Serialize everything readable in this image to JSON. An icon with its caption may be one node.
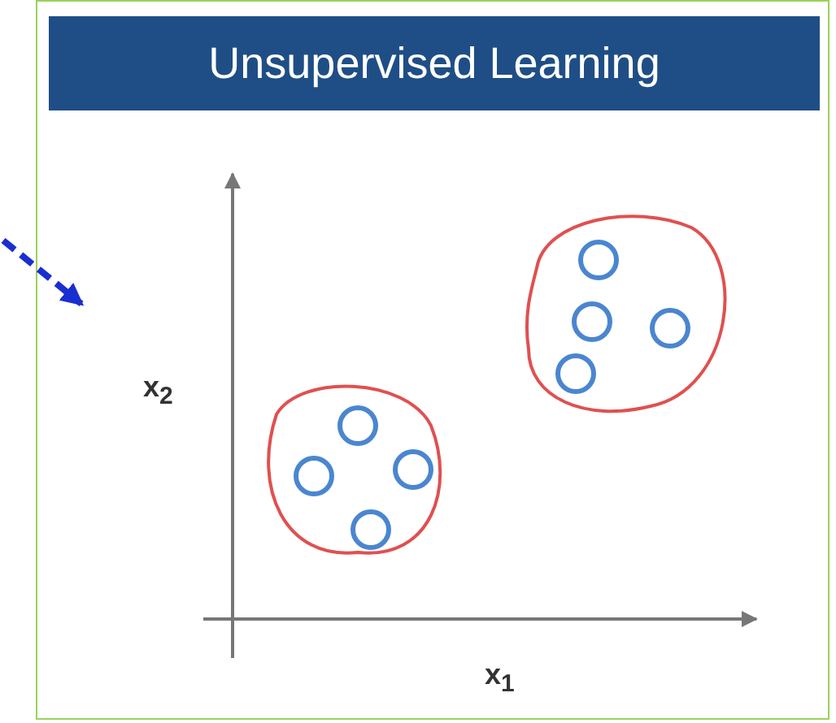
{
  "diagram": {
    "title": "Unsupervised Learning",
    "labels": [
      "x$_{2}$",
      "x$_{1}$"
    ]
  }
}
